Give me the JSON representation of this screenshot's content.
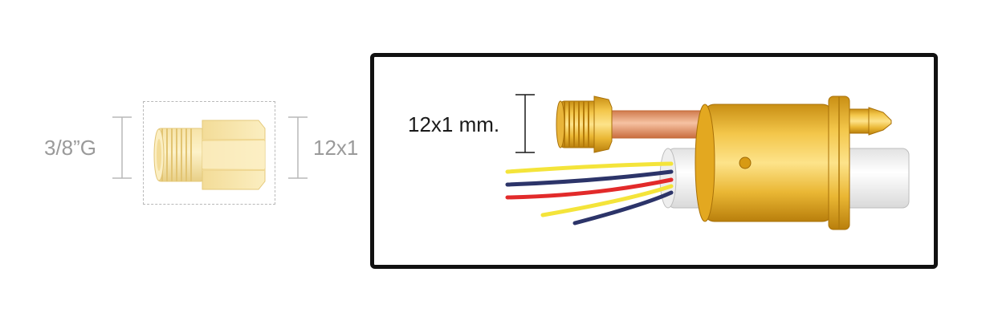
{
  "left_fitting": {
    "left_dimension_label": "3/8”G",
    "right_dimension_label": "12x1"
  },
  "detail_view": {
    "thread_dimension_label": "12x1 mm."
  },
  "colors": {
    "brass": "#e8b52e",
    "brass_light": "#fde9a3",
    "copper": "#e9976b",
    "insulation": "#f4f4f4",
    "wire_yellow": "#f7e93c",
    "wire_red": "#e22a2a",
    "wire_navy": "#2c3469",
    "dimension_grey": "#9a9a9a"
  }
}
